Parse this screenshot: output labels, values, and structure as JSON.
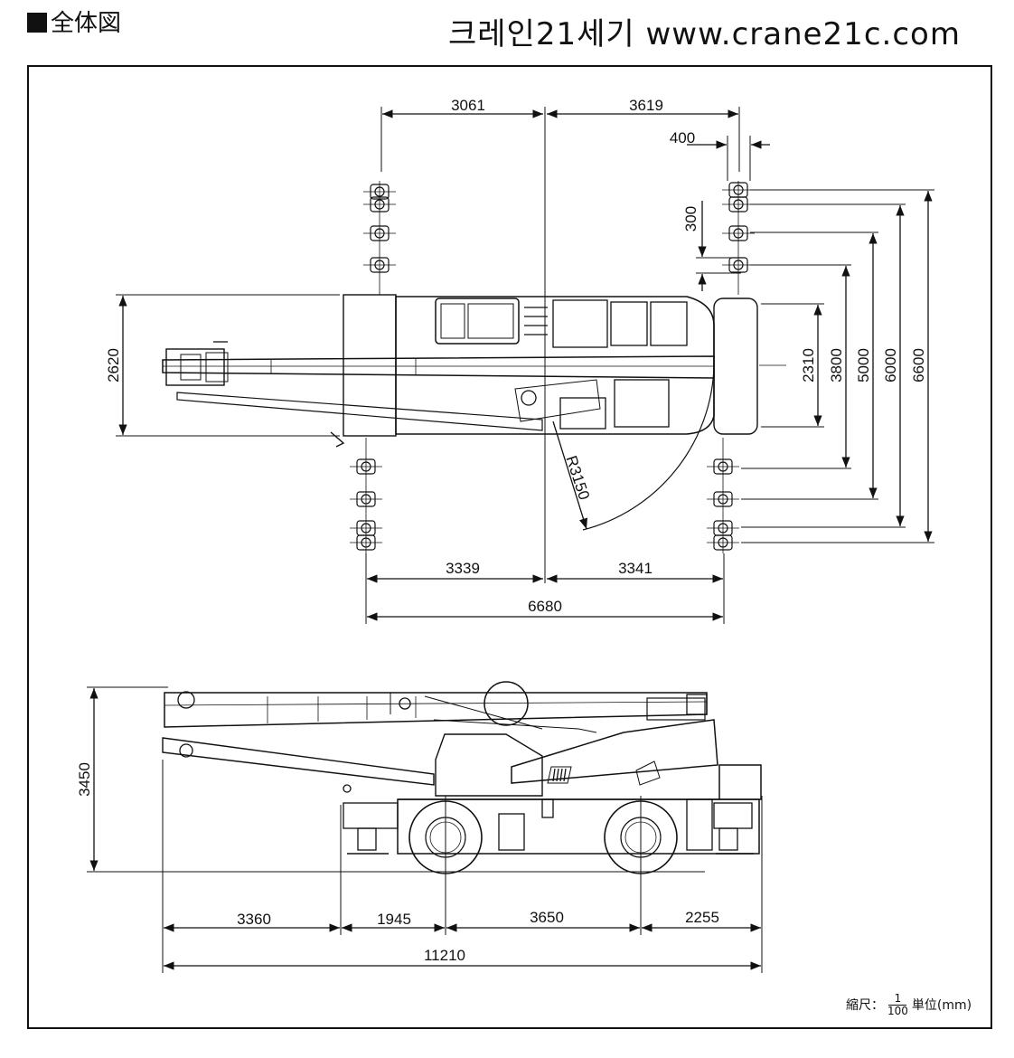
{
  "header": {
    "title": "全体図",
    "brand": "크레인21세기 www.crane21c.com"
  },
  "top_view": {
    "dims": {
      "d3061": "3061",
      "d3619": "3619",
      "d400": "400",
      "d300": "300",
      "d2620": "2620",
      "d2310": "2310",
      "d3800": "3800",
      "d5000": "5000",
      "d6000": "6000",
      "d6600": "6600",
      "r3150": "R3150",
      "d3339": "3339",
      "d3341": "3341",
      "d6680": "6680"
    }
  },
  "side_view": {
    "dims": {
      "d3450": "3450",
      "d3360": "3360",
      "d1945": "1945",
      "d3650": "3650",
      "d2255": "2255",
      "d11210": "11210"
    }
  },
  "footer": {
    "scale_label": "縮尺：",
    "scale_num": "1",
    "scale_den": "100",
    "unit_label": "単位(mm)"
  }
}
